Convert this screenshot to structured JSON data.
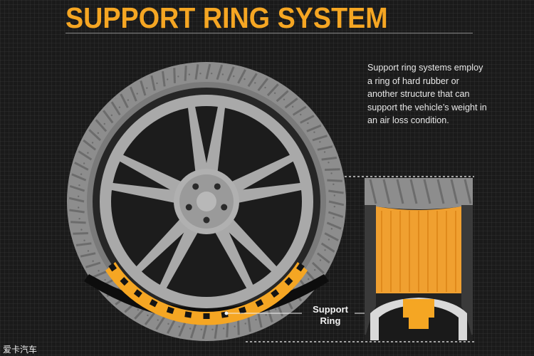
{
  "title": "SUPPORT RING SYSTEM",
  "description": "Support ring systems employ a ring of hard rubber or another structure that can support the vehicle’s weight in an air loss condition.",
  "callout": {
    "line1": "Support",
    "line2": "Ring"
  },
  "watermark": "爱卡汽车",
  "colors": {
    "accent": "#f5a623",
    "tire": "#8d8d8d",
    "rim": "#a9a9a9",
    "background": "#1a1a1a"
  }
}
